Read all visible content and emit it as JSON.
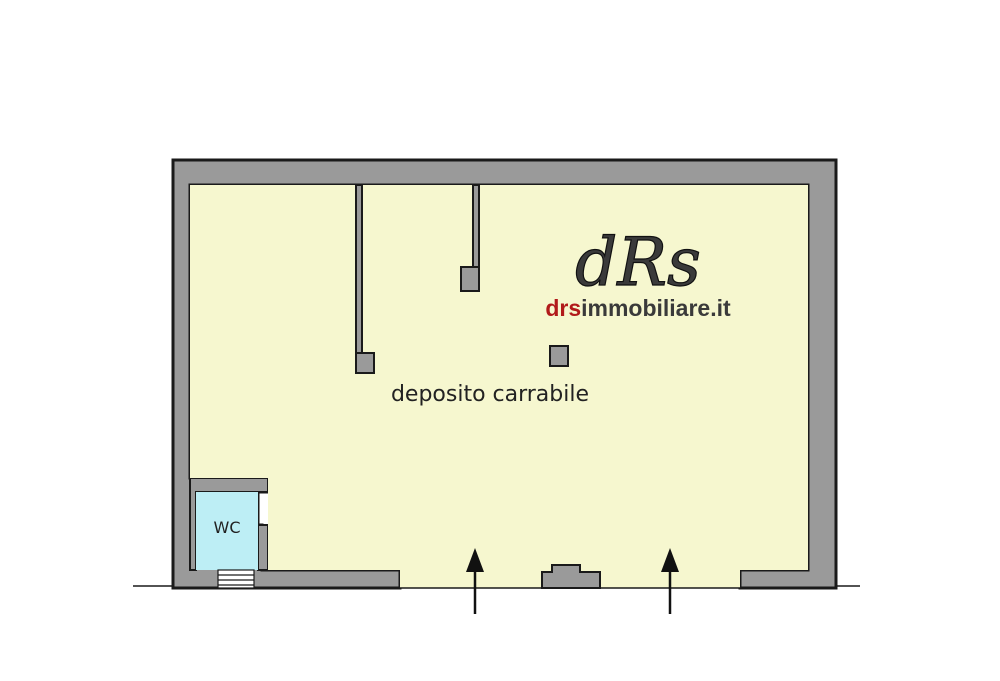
{
  "rooms": {
    "main": {
      "label": "deposito carrabile"
    },
    "wc": {
      "label": "WC"
    }
  },
  "logo": {
    "monogram": "dRs",
    "site_prefix": "drs",
    "site_suffix": "immobiliare.it"
  },
  "colors": {
    "wall": "#9a9a9a",
    "wall_outline": "#1a1a1a",
    "floor_main": "#f6f7cf",
    "floor_wc": "#bdeef5",
    "logo_red": "#b11a1a",
    "logo_dark": "#3a3a3a",
    "arrow": "#111111"
  },
  "icons": {
    "entrance_arrows": "arrow-up-icon",
    "stairs": "stairs-icon"
  }
}
